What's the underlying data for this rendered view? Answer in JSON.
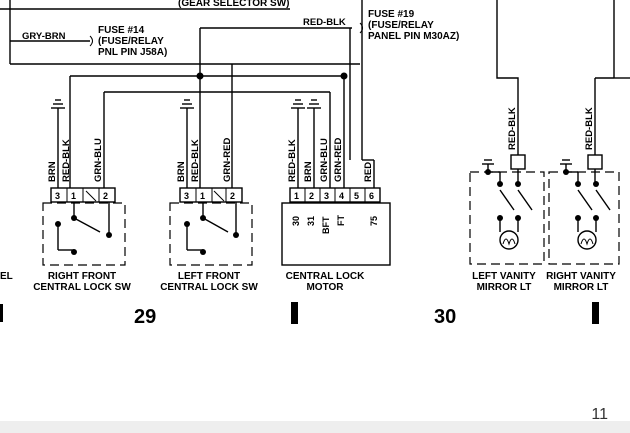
{
  "labels": {
    "gear_selector": "(GEAR SELECTOR SW)",
    "fuse14": [
      "FUSE #14",
      "(FUSE/RELAY",
      "PNL PIN J58A)"
    ],
    "fuse19": [
      "FUSE #19",
      "(FUSE/RELAY",
      "PANEL PIN M30AZ)"
    ],
    "wire_gry_brn": "GRY-BRN",
    "wire_red_blk_top": "RED-BLK"
  },
  "components": {
    "right_front": {
      "label": [
        "RIGHT FRONT",
        "CENTRAL LOCK SW"
      ],
      "wires": [
        "BRN",
        "RED-BLK",
        "GRN-BLU"
      ],
      "pins": [
        "3",
        "1",
        "2"
      ]
    },
    "left_front": {
      "label": [
        "LEFT FRONT",
        "CENTRAL LOCK SW"
      ],
      "wires": [
        "BRN",
        "RED-BLK",
        "GRN-RED"
      ],
      "pins": [
        "3",
        "1",
        "2"
      ]
    },
    "motor": {
      "label": [
        "CENTRAL LOCK",
        "MOTOR"
      ],
      "wires": [
        "RED-BLK",
        "BRN",
        "GRN-BLU",
        "GRN-RED",
        "RED"
      ],
      "pins": [
        "1",
        "2",
        "3",
        "4",
        "5",
        "6"
      ],
      "terminals": [
        "30",
        "31",
        "BFT",
        "FT",
        "75"
      ]
    },
    "left_vanity": {
      "label": [
        "LEFT VANITY",
        "MIRROR LT"
      ],
      "wire": "RED-BLK"
    },
    "right_vanity": {
      "label": [
        "RIGHT VANITY",
        "MIRROR LT"
      ],
      "wire": "RED-BLK"
    },
    "left_partial_label": "EL"
  },
  "grid_numbers": [
    "29",
    "30"
  ],
  "page_number": "11"
}
